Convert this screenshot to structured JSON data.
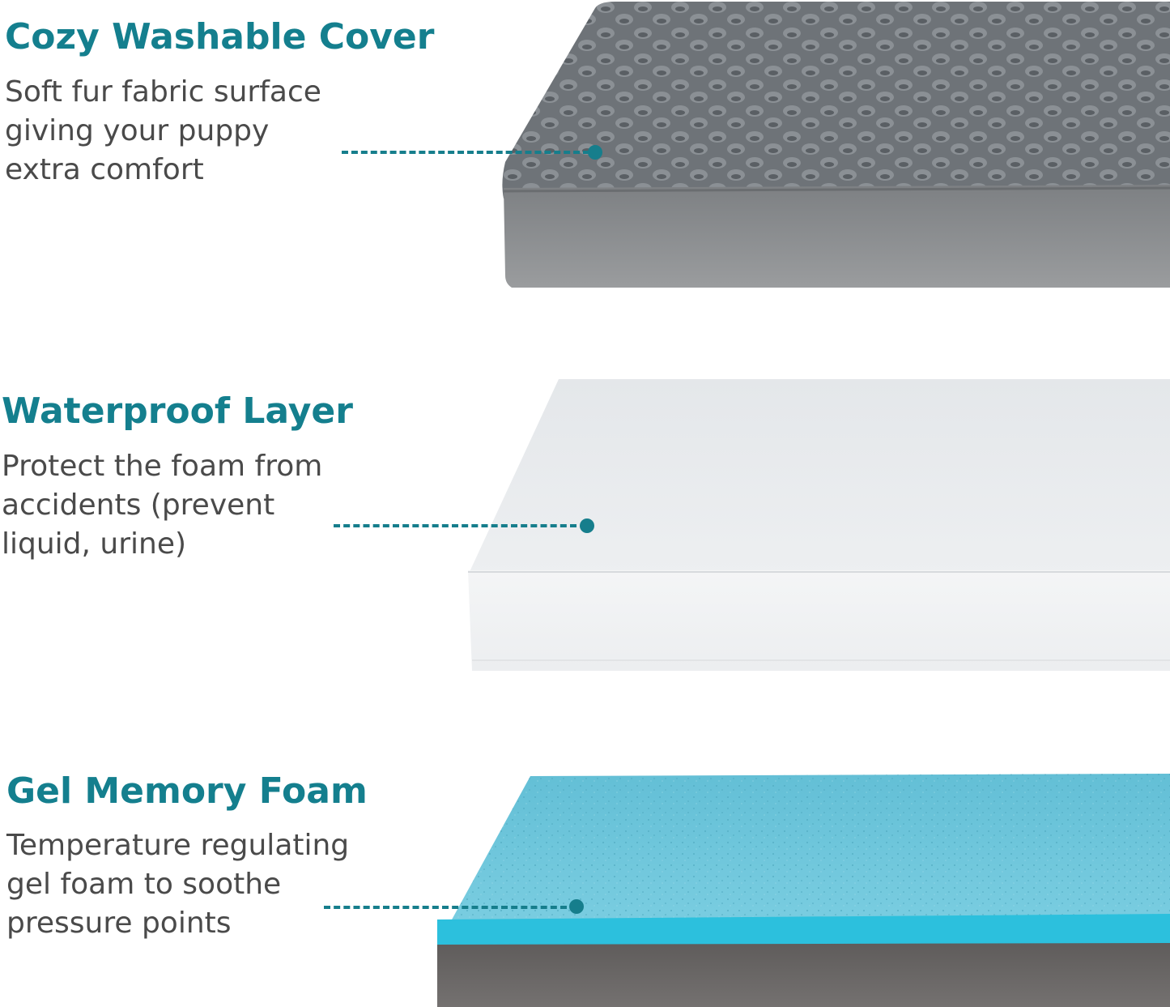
{
  "colors": {
    "accent": "#147f8e",
    "body_text": "#4a4a4a",
    "fur_top": "#6e7378",
    "cover_side": "#8a8d90",
    "waterproof_top": "#e8eaec",
    "waterproof_side": "#f3f4f5",
    "gel_top": "#6cc6dc",
    "gel_edge": "#2cc0dd",
    "foam_side": "#6c6968"
  },
  "sections": [
    {
      "title": "Cozy Washable Cover",
      "lines": [
        "Soft fur fabric surface",
        "giving your puppy",
        "extra comfort"
      ]
    },
    {
      "title": "Waterproof Layer",
      "lines": [
        "Protect the foam from",
        "accidents (prevent",
        "liquid, urine)"
      ]
    },
    {
      "title": "Gel Memory Foam",
      "lines": [
        "Temperature regulating",
        "gel foam to soothe",
        "pressure points"
      ]
    }
  ]
}
